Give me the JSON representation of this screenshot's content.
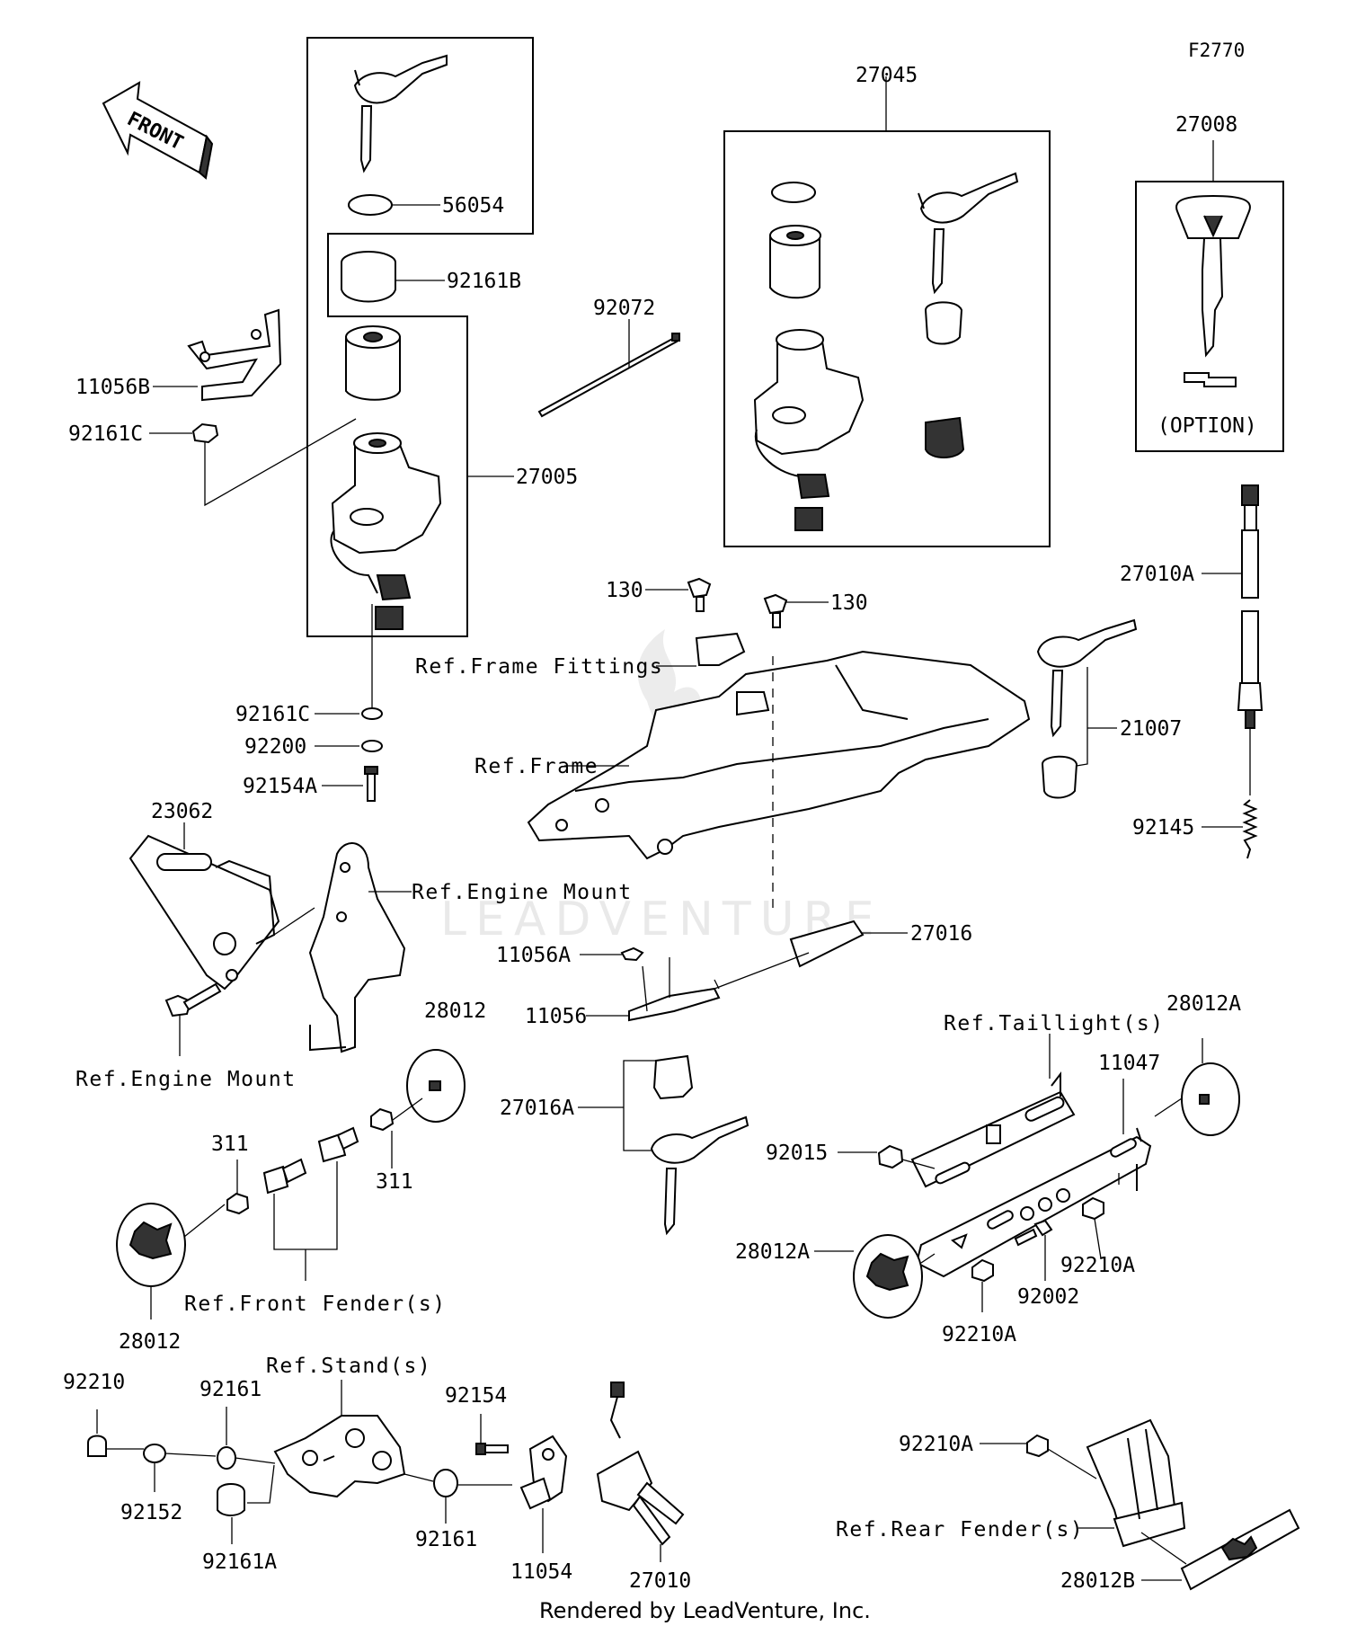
{
  "diagram_code": "F2770",
  "front_label": "FRONT",
  "footer": "Rendered by LeadVenture, Inc.",
  "watermark": "LEADVENTURE",
  "option_label": "(OPTION)",
  "parts": {
    "p56054": "56054",
    "p92161B": "92161B",
    "p27045": "27045",
    "p27008": "27008",
    "p92072": "92072",
    "p11056B": "11056B",
    "p92161C_top": "92161C",
    "p27005": "27005",
    "p27010A": "27010A",
    "p130_left": "130",
    "p130_right": "130",
    "p92161C_bottom": "92161C",
    "p92200": "92200",
    "p92154A": "92154A",
    "p21007": "21007",
    "p23062": "23062",
    "p92145": "92145",
    "p27016": "27016",
    "p11056A": "11056A",
    "p11056": "11056",
    "p28012_top": "28012",
    "p28012A_top": "28012A",
    "p11047": "11047",
    "p27016A": "27016A",
    "p311_left": "311",
    "p311_right": "311",
    "p92015": "92015",
    "p28012A_left": "28012A",
    "p92210A_right": "92210A",
    "p92002": "92002",
    "p28012_bottom": "28012",
    "p92210A_mid": "92210A",
    "p92210": "92210",
    "p92161_top": "92161",
    "p92154": "92154",
    "p92152": "92152",
    "p92161_bottom": "92161",
    "p92161A": "92161A",
    "p11054": "11054",
    "p27010": "27010",
    "p92210A_low": "92210A",
    "p28012B": "28012B"
  },
  "refs": {
    "frame_fittings": "Ref.Frame Fittings",
    "frame": "Ref.Frame",
    "engine_mount_right": "Ref.Engine Mount",
    "engine_mount_left": "Ref.Engine Mount",
    "taillights": "Ref.Taillight(s)",
    "front_fenders": "Ref.Front Fender(s)",
    "stands": "Ref.Stand(s)",
    "rear_fenders": "Ref.Rear Fender(s)"
  }
}
